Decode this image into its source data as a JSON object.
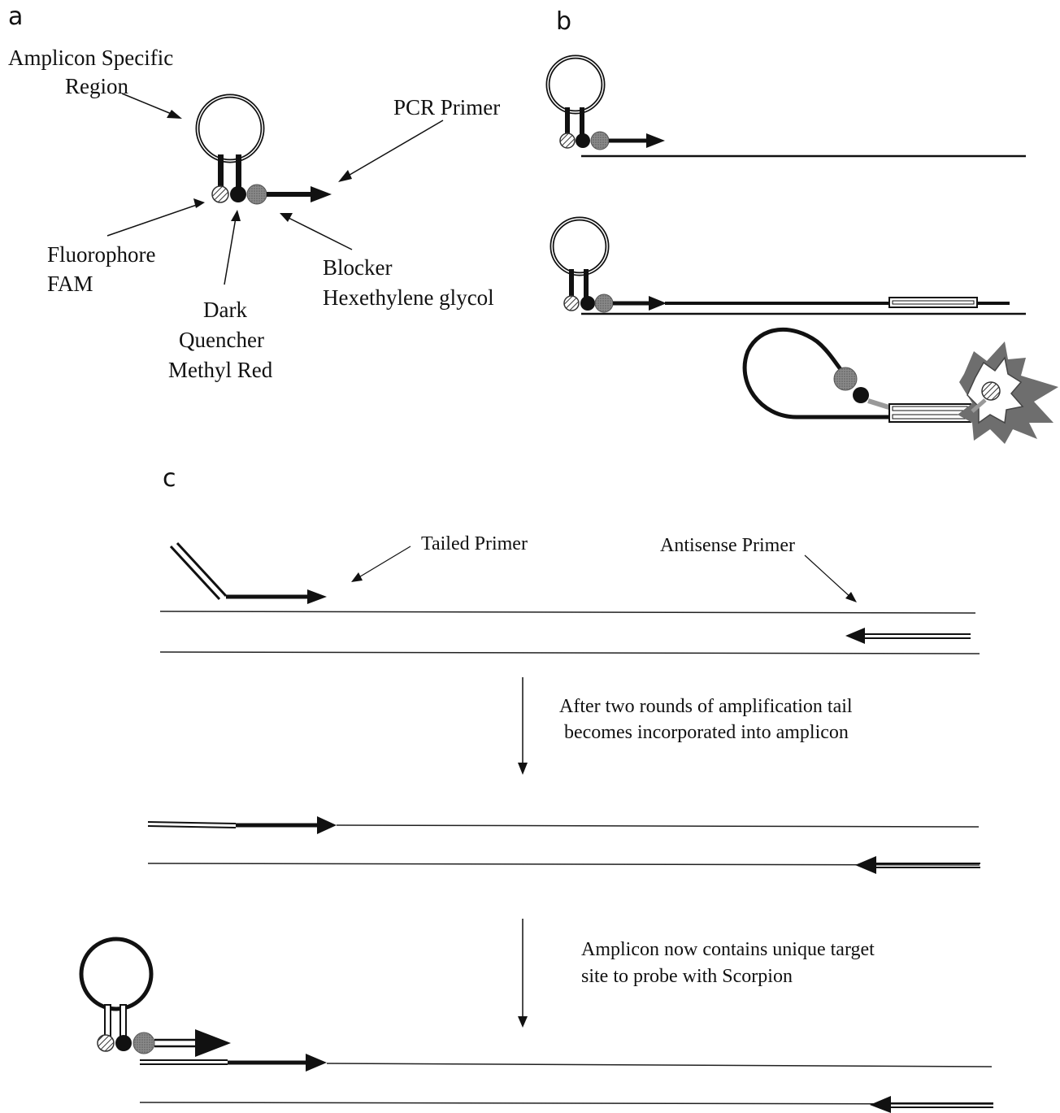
{
  "panels": {
    "a": "a",
    "b": "b",
    "c": "c"
  },
  "panel_a": {
    "amplicon_line1": "Amplicon Specific",
    "amplicon_line2": "Region",
    "pcr_primer": "PCR Primer",
    "fluorophore_line1": "Fluorophore",
    "fluorophore_line2": "FAM",
    "quencher_line1": "Dark",
    "quencher_line2": "Quencher",
    "quencher_line3": "Methyl Red",
    "blocker_line1": "Blocker",
    "blocker_line2": "Hexethylene glycol"
  },
  "panel_c": {
    "tailed_primer": "Tailed Primer",
    "antisense_primer": "Antisense Primer",
    "step1_line1": "After two rounds of amplification tail",
    "step1_line2": "becomes incorporated into amplicon",
    "step2_line1": "Amplicon now contains unique target",
    "step2_line2": "site to probe with Scorpion"
  }
}
